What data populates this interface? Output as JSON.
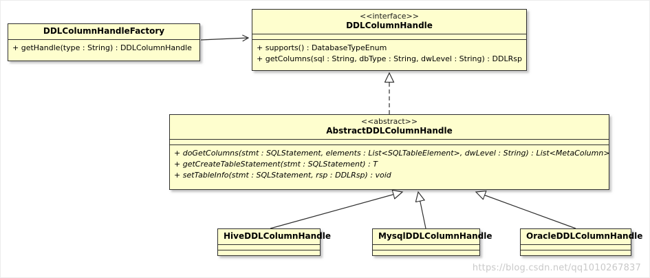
{
  "watermark": {
    "text": "https://blog.csdn.net/qq1010267837"
  },
  "colors": {
    "node_fill": "#FEFECE",
    "node_border": "#2E2E2E",
    "background": "#FFFFFF",
    "watermark_text": "#C3C3C3"
  },
  "classes": {
    "factory": {
      "name": "DDLColumnHandleFactory",
      "methods": [
        "+ getHandle(type : String) : DDLColumnHandle"
      ]
    },
    "interface": {
      "stereotype": "<<interface>>",
      "name": "DDLColumnHandle",
      "methods": [
        "+ supports() : DatabaseTypeEnum",
        "+ getColumns(sql : String, dbType : String, dwLevel : String) : DDLRsp"
      ]
    },
    "abstract": {
      "stereotype": "<<abstract>>",
      "name": "AbstractDDLColumnHandle",
      "methods": [
        "+ doGetColumns(stmt : SQLStatement, elements : List<SQLTableElement>, dwLevel : String) : List<MetaColumn>",
        "+ getCreateTableStatement(stmt : SQLStatement) : T",
        "+ setTableInfo(stmt : SQLStatement, rsp : DDLRsp) : void"
      ]
    },
    "hive": {
      "name": "HiveDDLColumnHandle"
    },
    "mysql": {
      "name": "MysqlDDLColumnHandle"
    },
    "oracle": {
      "name": "OracleDDLColumnHandle"
    }
  },
  "relationships": [
    {
      "from": "DDLColumnHandleFactory",
      "to": "DDLColumnHandle",
      "type": "directed-association"
    },
    {
      "from": "AbstractDDLColumnHandle",
      "to": "DDLColumnHandle",
      "type": "realization"
    },
    {
      "from": "HiveDDLColumnHandle",
      "to": "AbstractDDLColumnHandle",
      "type": "generalization"
    },
    {
      "from": "MysqlDDLColumnHandle",
      "to": "AbstractDDLColumnHandle",
      "type": "generalization"
    },
    {
      "from": "OracleDDLColumnHandle",
      "to": "AbstractDDLColumnHandle",
      "type": "generalization"
    }
  ]
}
